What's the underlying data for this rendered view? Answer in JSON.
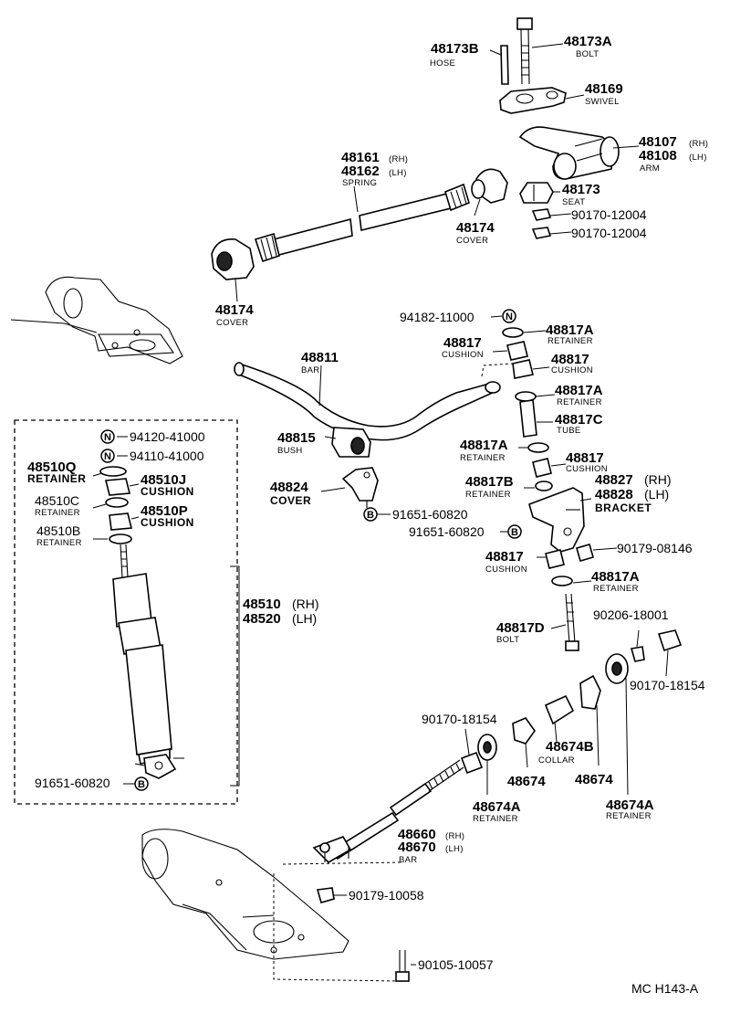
{
  "labels": {
    "p48173B": "48173B",
    "c48173B": "HOSE",
    "p48173A": "48173A",
    "c48173A": "BOLT",
    "p48169": "48169",
    "c48169": "SWIVEL",
    "p48107": "48107",
    "s48107": "(RH)",
    "p48108": "48108",
    "s48108": "(LH)",
    "c48107": "ARM",
    "p48161": "48161",
    "s48161": "(RH)",
    "p48162": "48162",
    "s48162": "(LH)",
    "c48161": "SPRING",
    "p48173": "48173",
    "c48173": "SEAT",
    "p90170a": "90170-12004",
    "p90170b": "90170-12004",
    "p48174a": "48174",
    "c48174a": "COVER",
    "p48174b": "48174",
    "c48174b": "COVER",
    "p94182": "94182-11000",
    "p48817Aa": "48817A",
    "c48817Aa": "RETAINER",
    "p48817a": "48817",
    "c48817a": "CUSHION",
    "p48817b": "48817",
    "c48817b": "CUSHION",
    "p48811": "48811",
    "c48811": "BAR",
    "p48817Ab": "48817A",
    "c48817Ab": "RETAINER",
    "p48817C": "48817C",
    "c48817C": "TUBE",
    "p48815": "48815",
    "c48815": "BUSH",
    "p48817Ac": "48817A",
    "c48817Ac": "RETAINER",
    "p48817c": "48817",
    "c48817c": "CUSHION",
    "p48817B": "48817B",
    "c48817B": "RETAINER",
    "p48827": "48827",
    "s48827": "(RH)",
    "p48828": "48828",
    "s48828": "(LH)",
    "c48827": "BRACKET",
    "p48824": "48824",
    "c48824": "COVER",
    "p91651a": "91651-60820",
    "p91651b": "91651-60820",
    "p91651c": "91651-60820",
    "p48817d": "48817",
    "c48817d": "CUSHION",
    "p90179a": "90179-08146",
    "p48817Ad": "48817A",
    "c48817Ad": "RETAINER",
    "p90206": "90206-18001",
    "p48817D": "48817D",
    "c48817D": "BOLT",
    "p90170c": "90170-18154",
    "p90170d": "90170-18154",
    "p48674B": "48674B",
    "c48674B": "COLLAR",
    "p48674a": "48674",
    "p48674b": "48674",
    "p48674Aa": "48674A",
    "c48674Aa": "RETAINER",
    "p48674Ab": "48674A",
    "c48674Ab": "RETAINER",
    "p48660": "48660",
    "s48660": "(RH)",
    "p48670": "48670",
    "s48670": "(LH)",
    "c48660": "BAR",
    "p90179b": "90179-10058",
    "p90105": "90105-10057",
    "p94120": "94120-41000",
    "p94110": "94110-41000",
    "p48510Q": "48510Q",
    "c48510Q": "RETAINER",
    "p48510J": "48510J",
    "c48510J": "CUSHION",
    "p48510C": "48510C",
    "c48510C": "RETAINER",
    "p48510P": "48510P",
    "c48510P": "CUSHION",
    "p48510B": "48510B",
    "c48510B": "RETAINER",
    "p48510": "48510",
    "s48510": "(RH)",
    "p48520": "48520",
    "s48520": "(LH)",
    "code": "MC  H143-A"
  },
  "markers": {
    "n": "N",
    "b": "B"
  }
}
